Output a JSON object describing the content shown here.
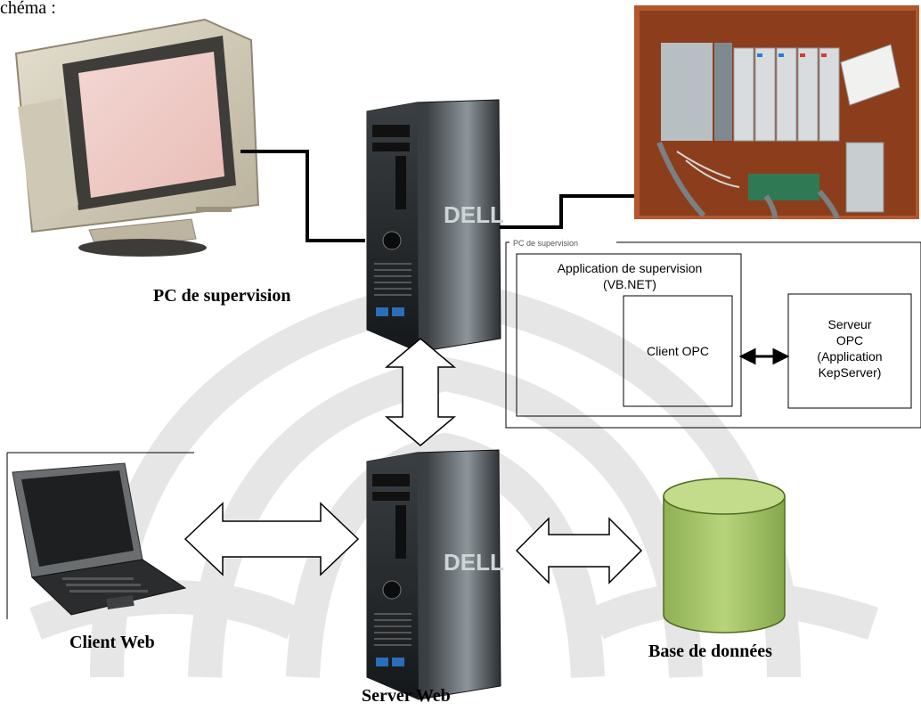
{
  "intro_text": "chéma :",
  "labels": {
    "pc_supervision": "PC de supervision",
    "client_web": "Client Web",
    "server_web": "Server Web",
    "base_donnees": "Base de données"
  },
  "supervision_box": {
    "app_title": "Application de supervision",
    "app_subtitle": "(VB.NET)",
    "client_opc": "Client OPC",
    "serveur_lines": [
      "Serveur",
      "OPC",
      "(Application",
      "KepServer)"
    ]
  },
  "brand": "DELL",
  "colors": {
    "database_fill": "#a8c66c",
    "database_stroke": "#4e6b1e",
    "watermark": "#e6e6e6",
    "tower_dark": "#1f2326"
  },
  "icons": [
    "crt-monitor-icon",
    "dell-tower-icon",
    "plc-rack-photo",
    "laptop-icon",
    "database-cylinder-icon",
    "double-arrow-icon"
  ]
}
